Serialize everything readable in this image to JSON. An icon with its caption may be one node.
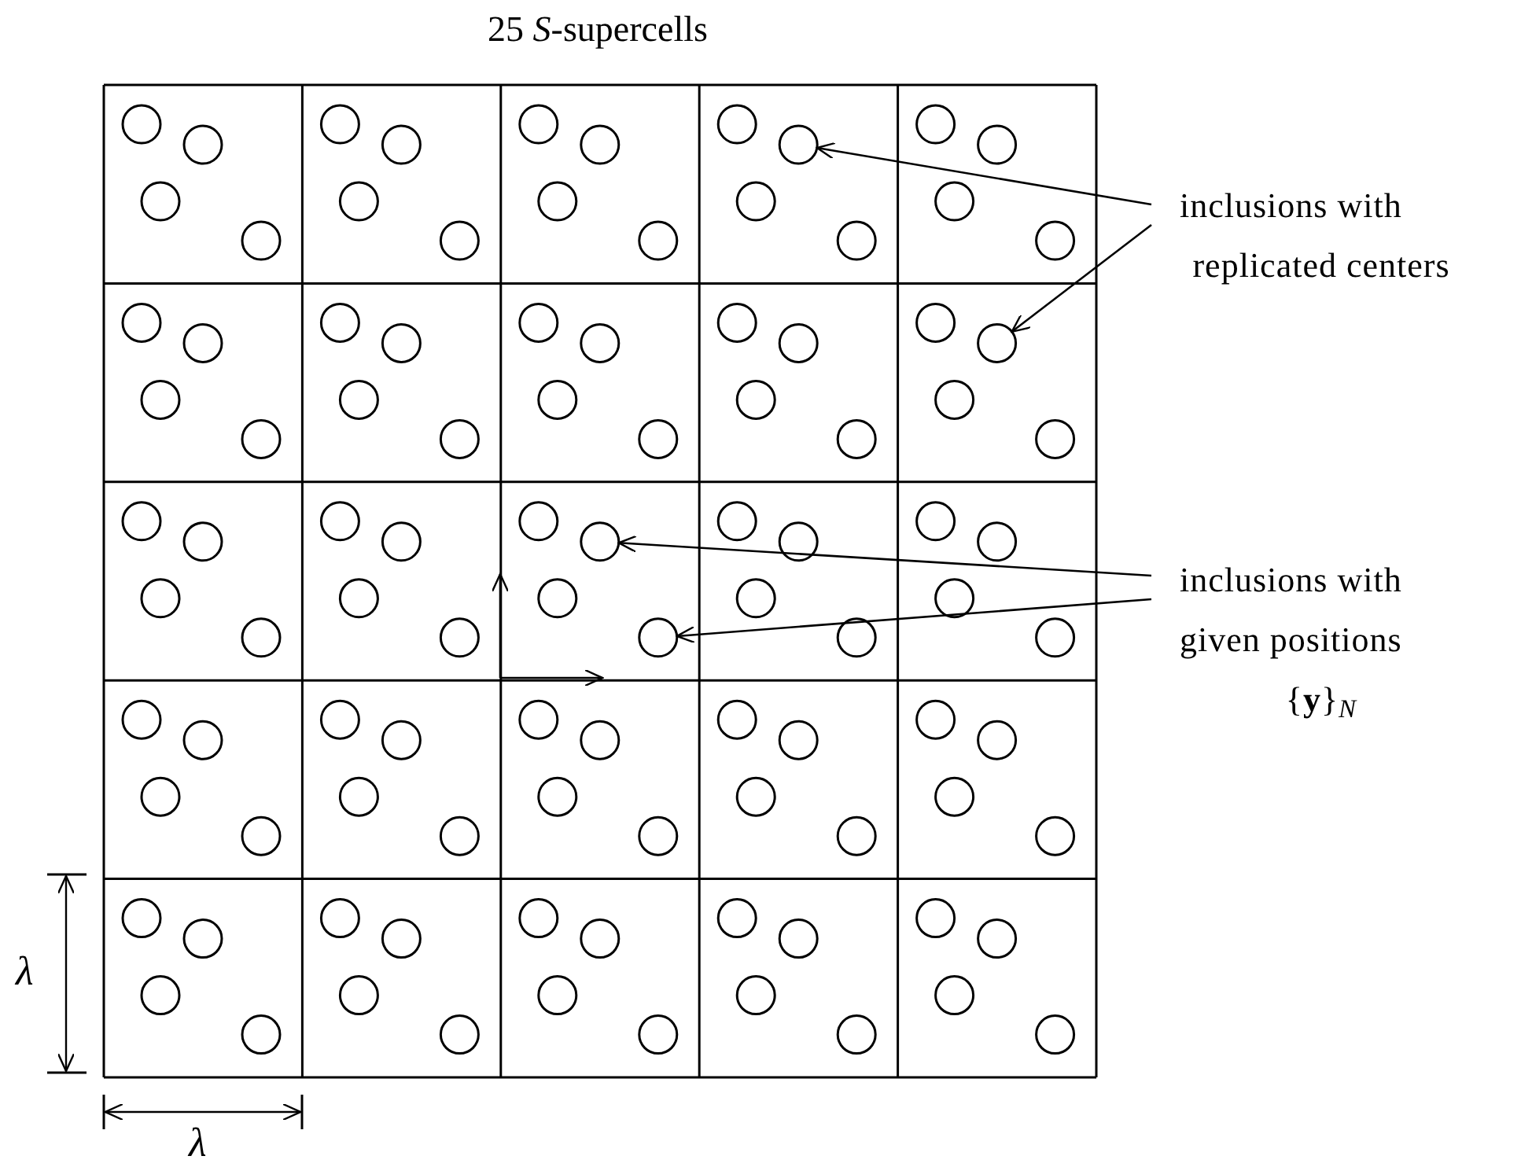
{
  "diagram": {
    "title": "25 *S*-supercells",
    "nodes": [
      {
        "text": [
          "inclusions with replicated centers"
        ]
      },
      {
        "text": [
          "inclusions with given positions {**y**}$_{N}$"
        ]
      }
    ],
    "edges": [
      {
        "from": 0,
        "to": null,
        "arrow": "to"
      },
      {
        "from": 0,
        "to": null,
        "arrow": "to"
      },
      {
        "from": 1,
        "to": null,
        "arrow": "to"
      },
      {
        "from": 1,
        "to": null,
        "arrow": "to"
      }
    ],
    "labels": [
      "λ",
      "λ"
    ]
  }
}
